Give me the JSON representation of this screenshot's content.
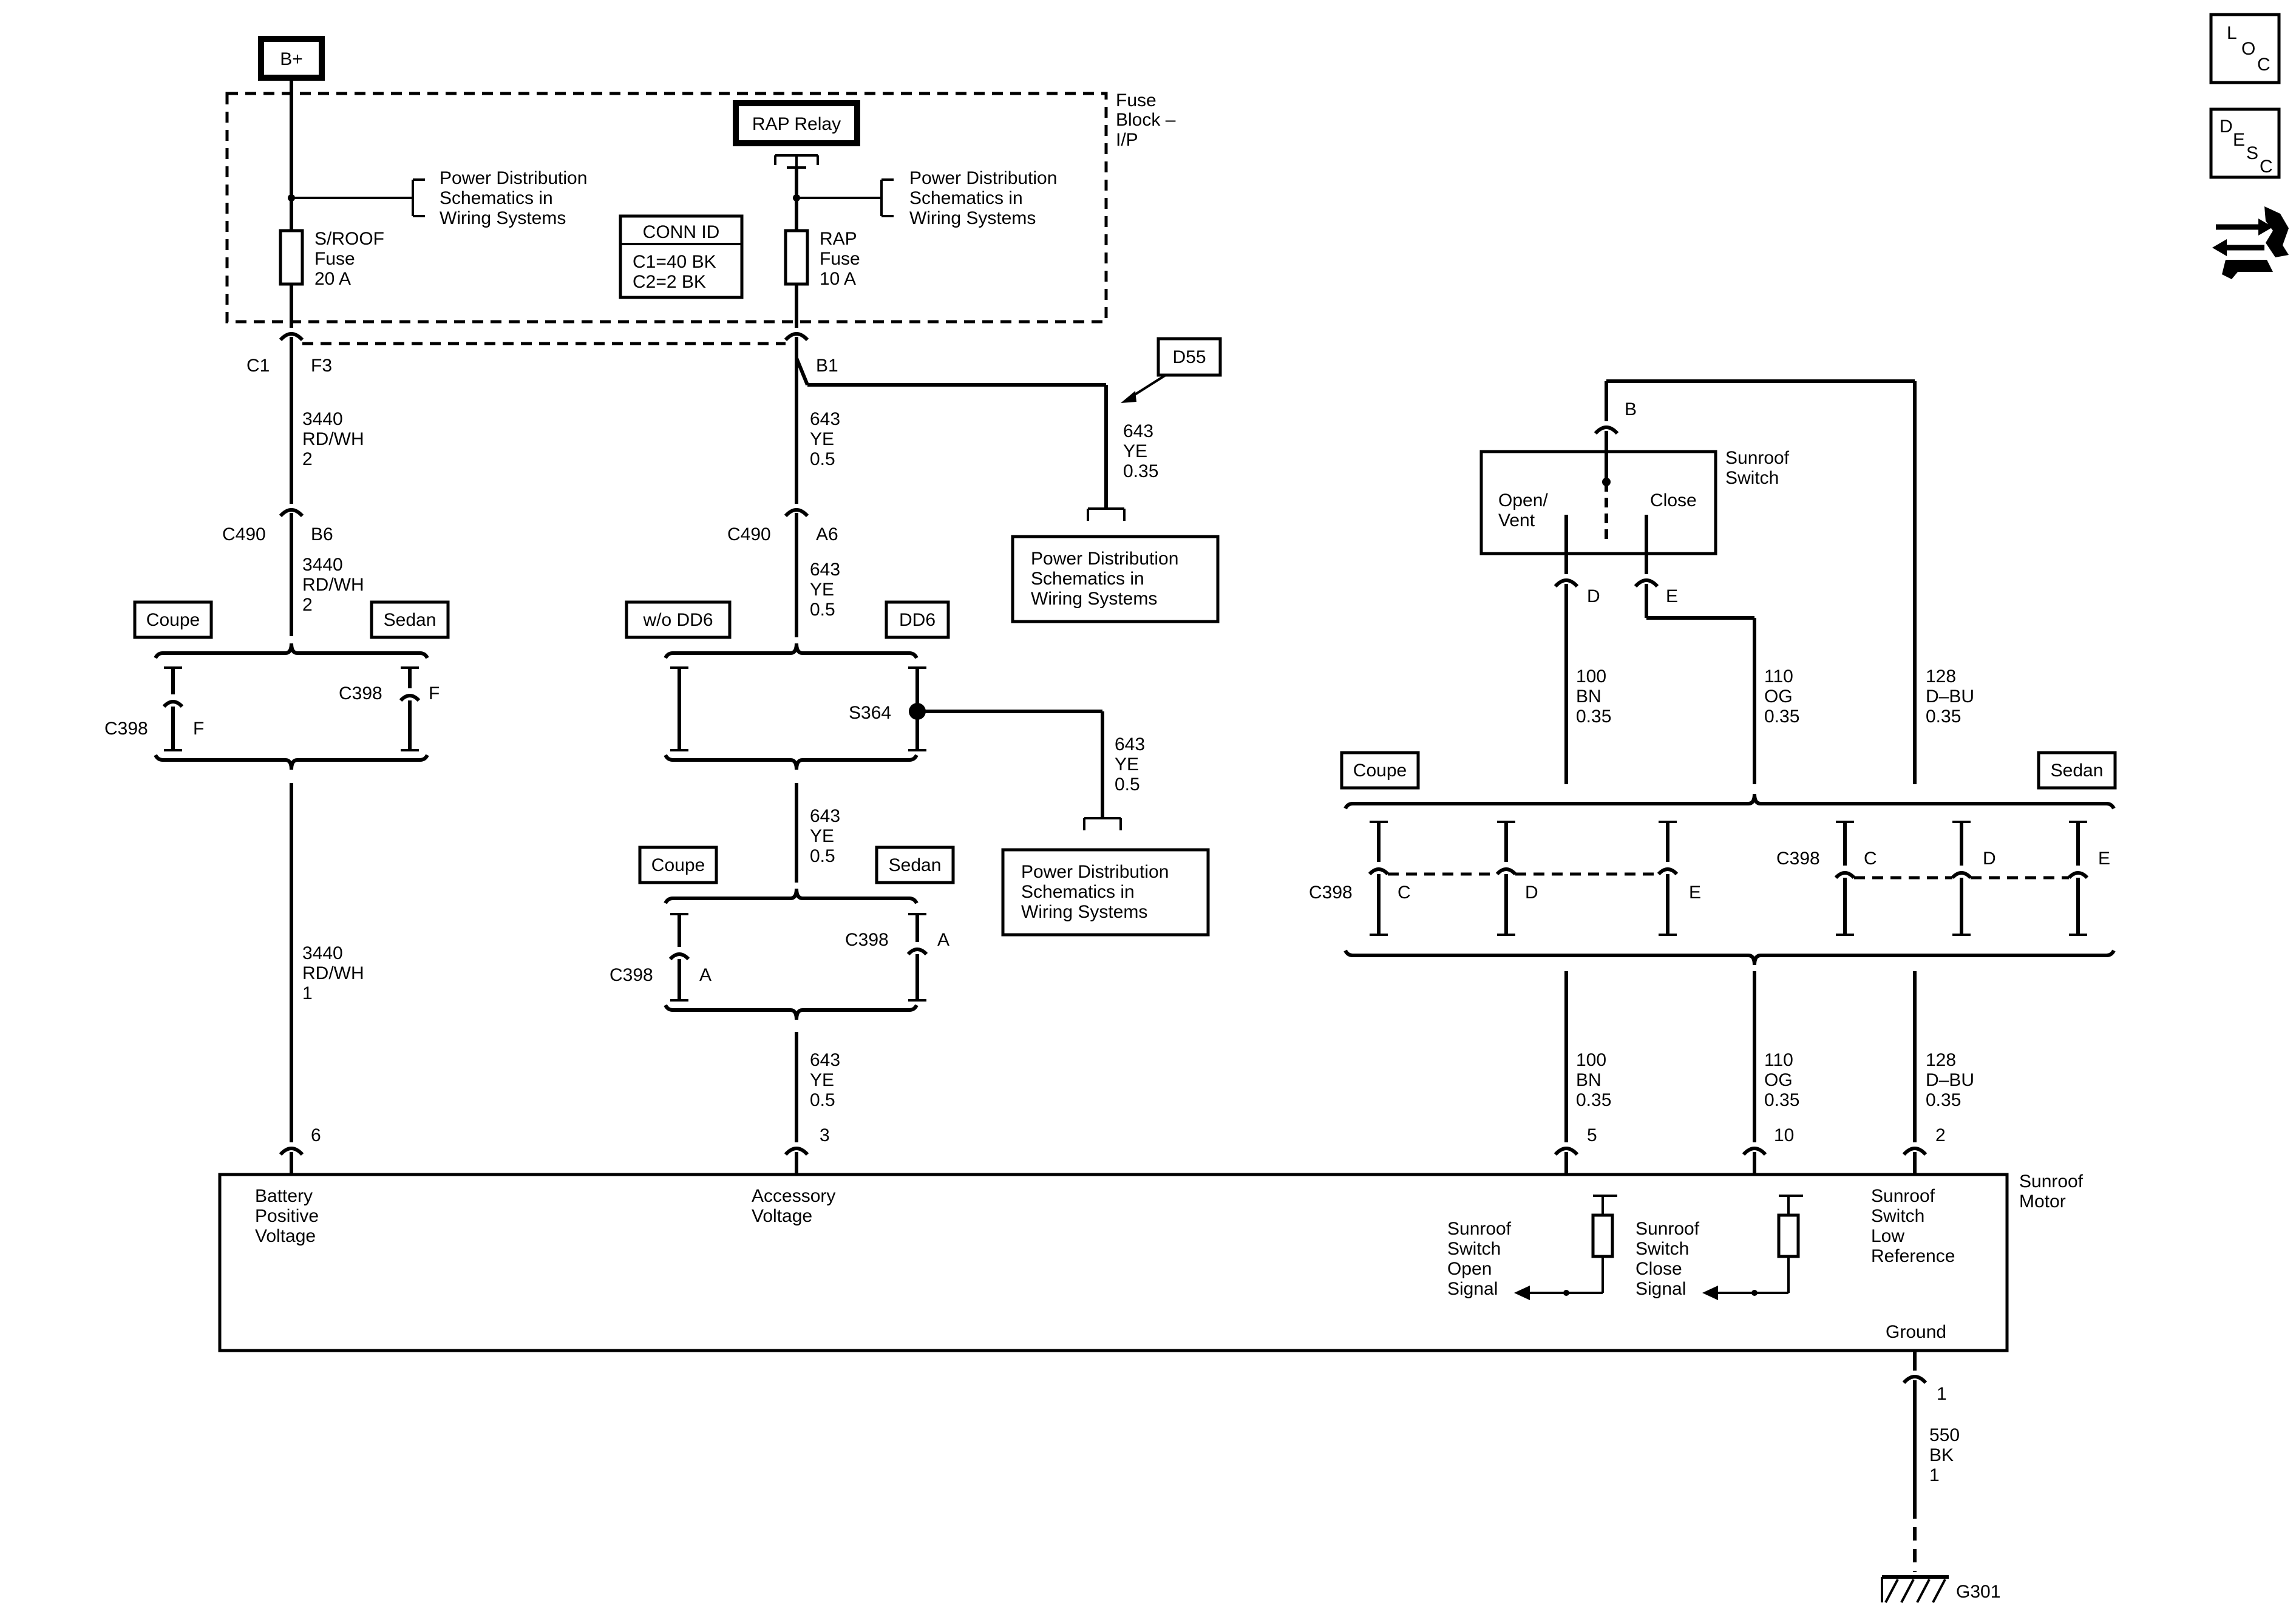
{
  "sources": {
    "b_plus": "B+",
    "rap_relay": "RAP Relay"
  },
  "fuse_block": {
    "label_line1": "Fuse",
    "label_line2": "Block –",
    "label_line3": "I/P"
  },
  "pds_ref": {
    "line1": "Power Distribution",
    "line2": "Schematics in",
    "line3": "Wiring Systems"
  },
  "fuses": {
    "sroof": {
      "line1": "S/ROOF",
      "line2": "Fuse",
      "line3": "20 A"
    },
    "rap": {
      "line1": "RAP",
      "line2": "Fuse",
      "line3": "10 A"
    }
  },
  "conn_id": {
    "title": "CONN ID",
    "line1": "C1=40 BK",
    "line2": "C2=2 BK"
  },
  "option_code": "D55",
  "connectors": {
    "c1": "C1",
    "f3": "F3",
    "b1": "B1",
    "c490": "C490",
    "b6": "B6",
    "a6": "A6",
    "c398": "C398",
    "f": "F",
    "a": "A",
    "c": "C",
    "d": "D",
    "e": "E",
    "b": "B",
    "s364": "S364",
    "pin6": "6",
    "pin3": "3",
    "pin5": "5",
    "pin10": "10",
    "pin2": "2",
    "pin1": "1"
  },
  "variants": {
    "coupe": "Coupe",
    "sedan": "Sedan",
    "wo_dd6": "w/o DD6",
    "dd6": "DD6"
  },
  "wires": {
    "w3440_2": {
      "circuit": "3440",
      "color": "RD/WH",
      "size": "2"
    },
    "w3440_1": {
      "circuit": "3440",
      "color": "RD/WH",
      "size": "1"
    },
    "w643_05": {
      "circuit": "643",
      "color": "YE",
      "size": "0.5"
    },
    "w643_035": {
      "circuit": "643",
      "color": "YE",
      "size": "0.35"
    },
    "w100": {
      "circuit": "100",
      "color": "BN",
      "size": "0.35"
    },
    "w110": {
      "circuit": "110",
      "color": "OG",
      "size": "0.35"
    },
    "w128": {
      "circuit": "128",
      "color": "D–BU",
      "size": "0.35"
    },
    "w550": {
      "circuit": "550",
      "color": "BK",
      "size": "1"
    }
  },
  "switch": {
    "name_line1": "Sunroof",
    "name_line2": "Switch",
    "open_line1": "Open/",
    "open_line2": "Vent",
    "close": "Close"
  },
  "motor": {
    "name_line1": "Sunroof",
    "name_line2": "Motor",
    "bpv": [
      "Battery",
      "Positive",
      "Voltage"
    ],
    "acc": [
      "Accessory",
      "Voltage"
    ],
    "open_sig": [
      "Sunroof",
      "Switch",
      "Open",
      "Signal"
    ],
    "close_sig": [
      "Sunroof",
      "Switch",
      "Close",
      "Signal"
    ],
    "low_ref": [
      "Sunroof",
      "Switch",
      "Low",
      "Reference"
    ],
    "ground": "Ground"
  },
  "ground_id": "G301",
  "side_icons": {
    "loc": [
      "L",
      "O",
      "C"
    ],
    "desc": [
      "D",
      "E",
      "S",
      "C"
    ]
  }
}
